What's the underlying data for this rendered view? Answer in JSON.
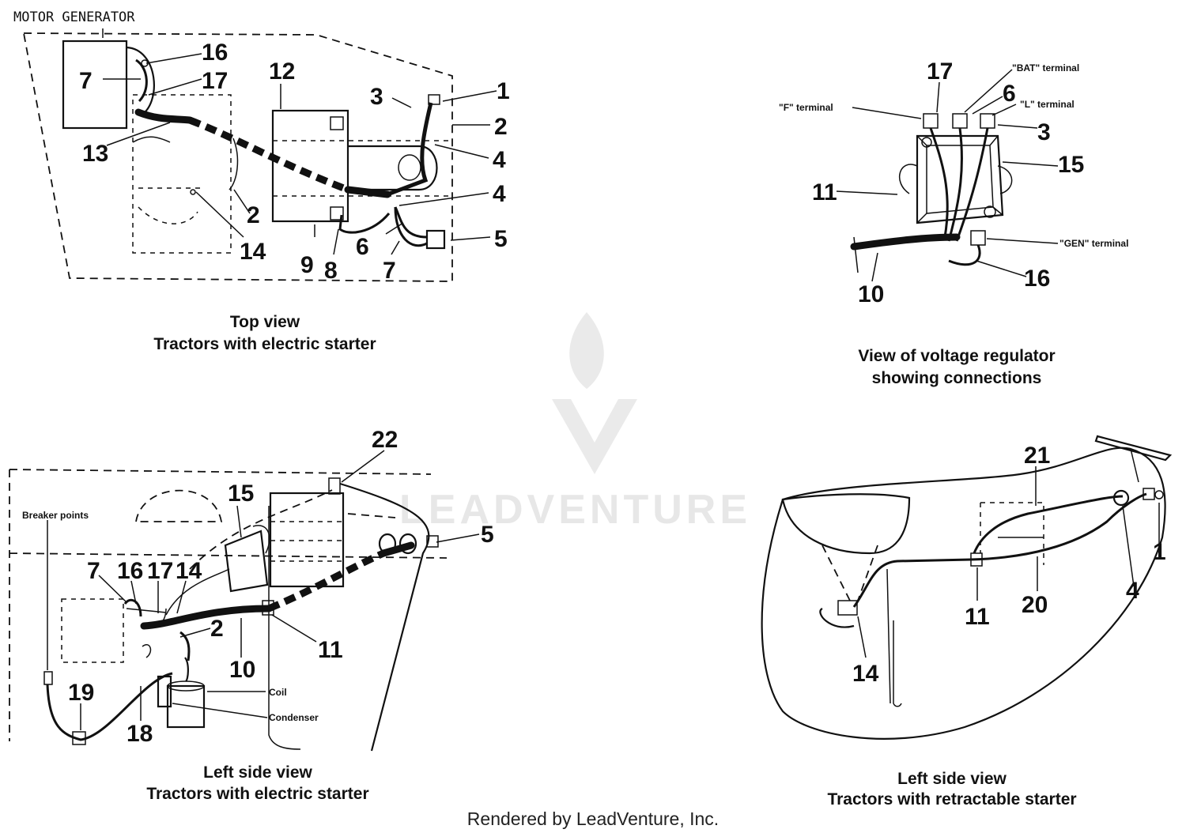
{
  "header": "MOTOR GENERATOR",
  "footer": "Rendered by LeadVenture, Inc.",
  "watermark": "LEADVENTURE",
  "panels": {
    "top_view": {
      "caption_line1": "Top view",
      "caption_line2": "Tractors with electric starter",
      "callouts": [
        "1",
        "2",
        "2",
        "3",
        "4",
        "4",
        "5",
        "6",
        "7",
        "7",
        "8",
        "9",
        "12",
        "13",
        "14",
        "16",
        "17"
      ]
    },
    "regulator_view": {
      "caption_line1": "View of voltage regulator",
      "caption_line2": "showing connections",
      "terminals": {
        "f": "\"F\" terminal",
        "bat": "\"BAT\" terminal",
        "l": "\"L\" terminal",
        "gen": "\"GEN\" terminal"
      },
      "callouts": [
        "17",
        "6",
        "3",
        "15",
        "11",
        "10",
        "16"
      ]
    },
    "left_electric": {
      "caption_line1": "Left side view",
      "caption_line2": "Tractors with electric starter",
      "labels": {
        "breaker": "Breaker points",
        "coil": "Coil",
        "condenser": "Condenser"
      },
      "callouts": [
        "22",
        "15",
        "5",
        "7",
        "16",
        "17",
        "14",
        "2",
        "10",
        "11",
        "19",
        "18"
      ]
    },
    "left_retractable": {
      "caption_line1": "Left side view",
      "caption_line2": "Tractors with retractable starter",
      "callouts": [
        "21",
        "1",
        "4",
        "11",
        "20",
        "14"
      ]
    }
  }
}
